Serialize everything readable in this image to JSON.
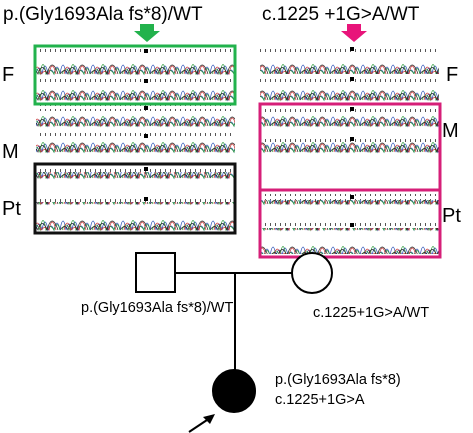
{
  "panels": {
    "left_header": "p.(Gly1693Ala fs*8)/WT",
    "right_header": "c.1225 +1G>A/WT",
    "left_arrow_color": "#22b24c",
    "right_arrow_color": "#e8147a",
    "left_highlight_color": "#22b24c",
    "right_highlight_color": "#d61f78",
    "left_row_labels": [
      "F",
      "M",
      "Pt"
    ],
    "right_row_labels": [
      "F",
      "M",
      "Pt"
    ]
  },
  "pedigree": {
    "father_genotype": "p.(Gly1693Ala fs*8)/WT",
    "mother_genotype": "c.1225+1G>A/WT",
    "patient_genotype_line1": "p.(Gly1693Ala fs*8)",
    "patient_genotype_line2": "c.1225+1G>A"
  }
}
